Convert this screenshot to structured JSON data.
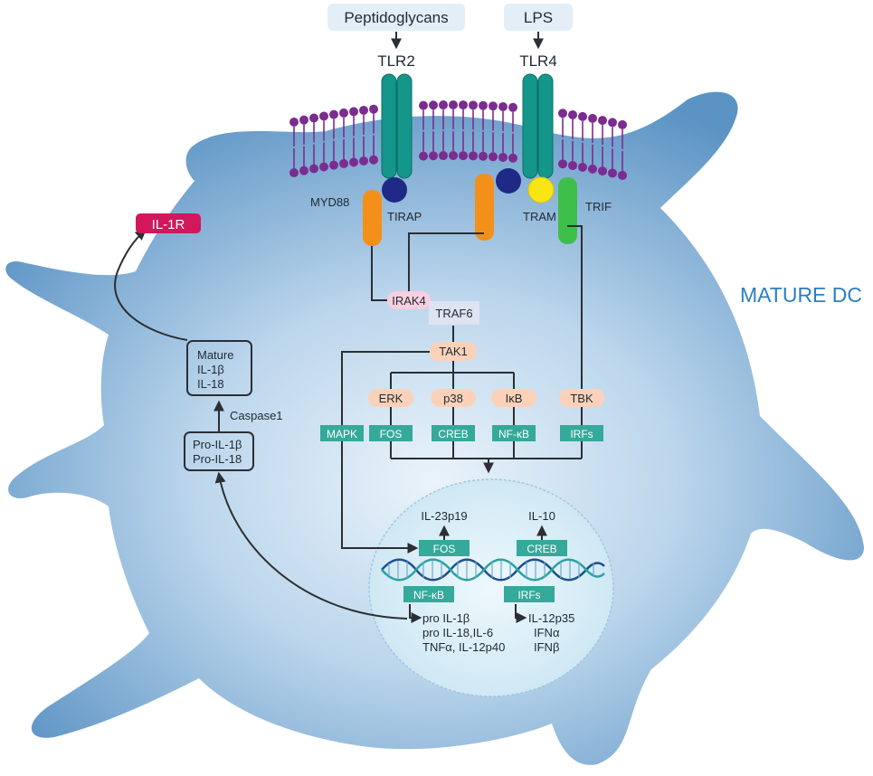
{
  "title": "MATURE DC",
  "ligands": {
    "peptidoglycans": "Peptidoglycans",
    "lps": "LPS"
  },
  "receptors": {
    "tlr2": "TLR2",
    "tlr4": "TLR4"
  },
  "adaptors": {
    "myd88": "MYD88",
    "tirap": "TIRAP",
    "tram": "TRAM",
    "trif": "TRIF"
  },
  "kinases": {
    "irak4": "IRAK4",
    "traf6": "TRAF6",
    "tak1": "TAK1",
    "erk": "ERK",
    "p38": "p38",
    "ikb": "IκB",
    "tbk": "TBK"
  },
  "factors": {
    "mapk": "MAPK",
    "fos": "FOS",
    "creb": "CREB",
    "nfkb": "NF-κB",
    "irfs": "IRFs"
  },
  "il1r": "IL-1R",
  "mature_box": {
    "line1": "Mature",
    "line2": "IL-1β",
    "line3": "IL-18"
  },
  "pro_box": {
    "line1": "Pro-IL-1β",
    "line2": "Pro-IL-18"
  },
  "caspase": "Caspase1",
  "nucleus": {
    "fos": "FOS",
    "creb": "CREB",
    "nfkb": "NF-κB",
    "irfs": "IRFs",
    "il23": "IL-23p19",
    "il10": "IL-10",
    "nfkb_products": [
      "pro IL-1β",
      "pro IL-18,IL-6",
      "TNFα, IL-12p40"
    ],
    "irf_products": [
      "IL-12p35",
      "IFNα",
      "IFNβ"
    ]
  },
  "colors": {
    "cell_edge": "#5b93c4",
    "cell_center": "#e8f1f9",
    "title": "#2c7fc0",
    "ligand_bg": "#e4eef8",
    "receptor": "#14968a",
    "lipid": "#7b2c8f",
    "myd88": "#f39019",
    "tirap": "#1e2a86",
    "tram": "#f7e514",
    "trif": "#3dbf4a",
    "il1r": "#d3175c",
    "irak4": "#f6cfe0",
    "traf6": "#dfe3f2",
    "kinase": "#fbd2b9",
    "factor": "#35a99a",
    "nucleus": "#d7edf8"
  }
}
